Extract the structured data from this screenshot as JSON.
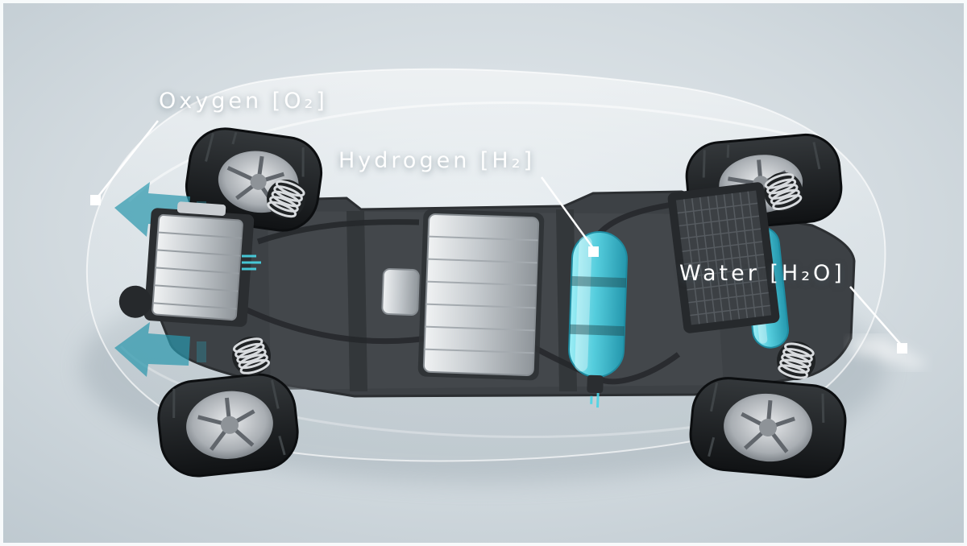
{
  "scene": {
    "description": "Top-down cutaway illustration of a hydrogen fuel cell vehicle",
    "labels": [
      {
        "id": "oxygen",
        "text": "Oxygen [O₂]"
      },
      {
        "id": "hydrogen",
        "text": "Hydrogen [H₂]"
      },
      {
        "id": "water",
        "text": "Water [H₂O]"
      }
    ],
    "colors": {
      "background": "#ccd5db",
      "label_text": "#ffffff",
      "callout": "#ffffff",
      "tank_cyan": "#55cddd",
      "chassis_dark": "#3d4145",
      "metal_silver": "#c6cbcf",
      "arrow_teal": "#2a97ad"
    }
  }
}
